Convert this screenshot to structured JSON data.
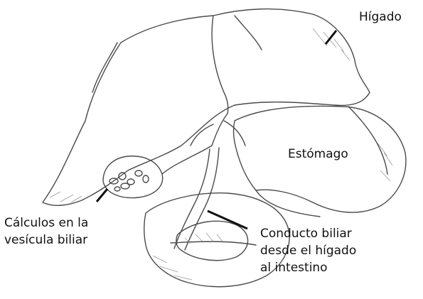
{
  "labels": {
    "liver": "Hígado",
    "stomach": "Estómago",
    "gallstones": [
      "Cálculos en la",
      "vesícula biliar"
    ],
    "bile_duct": [
      "Conducto biliar",
      "desde el hígado",
      "al intestino"
    ]
  },
  "colors": {
    "background": "#ffffff",
    "ink": "#111111",
    "sketch": "#4a4a4a",
    "shade": "#9a9a9a"
  }
}
